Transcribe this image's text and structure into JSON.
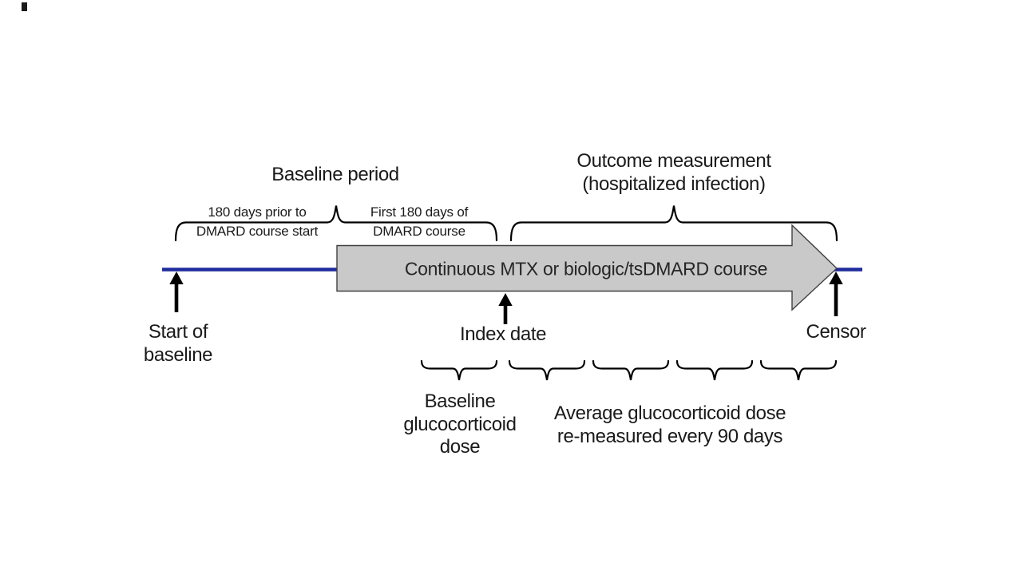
{
  "colors": {
    "background": "#ffffff",
    "timeline_blue": "#1f2c9c",
    "course_arrow_fill": "#c9c9c9",
    "course_arrow_border": "#404040",
    "brace_black": "#000000",
    "text": "#1a1a1a"
  },
  "top": {
    "baseline_period_label": "Baseline period",
    "outcome_label_line1": "Outcome measurement",
    "outcome_label_line2": "(hospitalized infection)",
    "pre_index_segment_line1": "180 days prior to",
    "pre_index_segment_line2": "DMARD course start",
    "post_index_segment_line1": "First 180 days of",
    "post_index_segment_line2": "DMARD course"
  },
  "timeline": {
    "course_arrow_label": "Continuous MTX or biologic/tsDMARD course",
    "start_marker_line1": "Start of",
    "start_marker_line2": "baseline",
    "index_marker_label": "Index date",
    "censor_marker_label": "Censor"
  },
  "bottom": {
    "baseline_gc_line1": "Baseline",
    "baseline_gc_line2": "glucocorticoid",
    "baseline_gc_line3": "dose",
    "avg_gc_line1": "Average glucocorticoid dose",
    "avg_gc_line2": "re-measured every 90 days",
    "interval_brace_count": "5"
  }
}
